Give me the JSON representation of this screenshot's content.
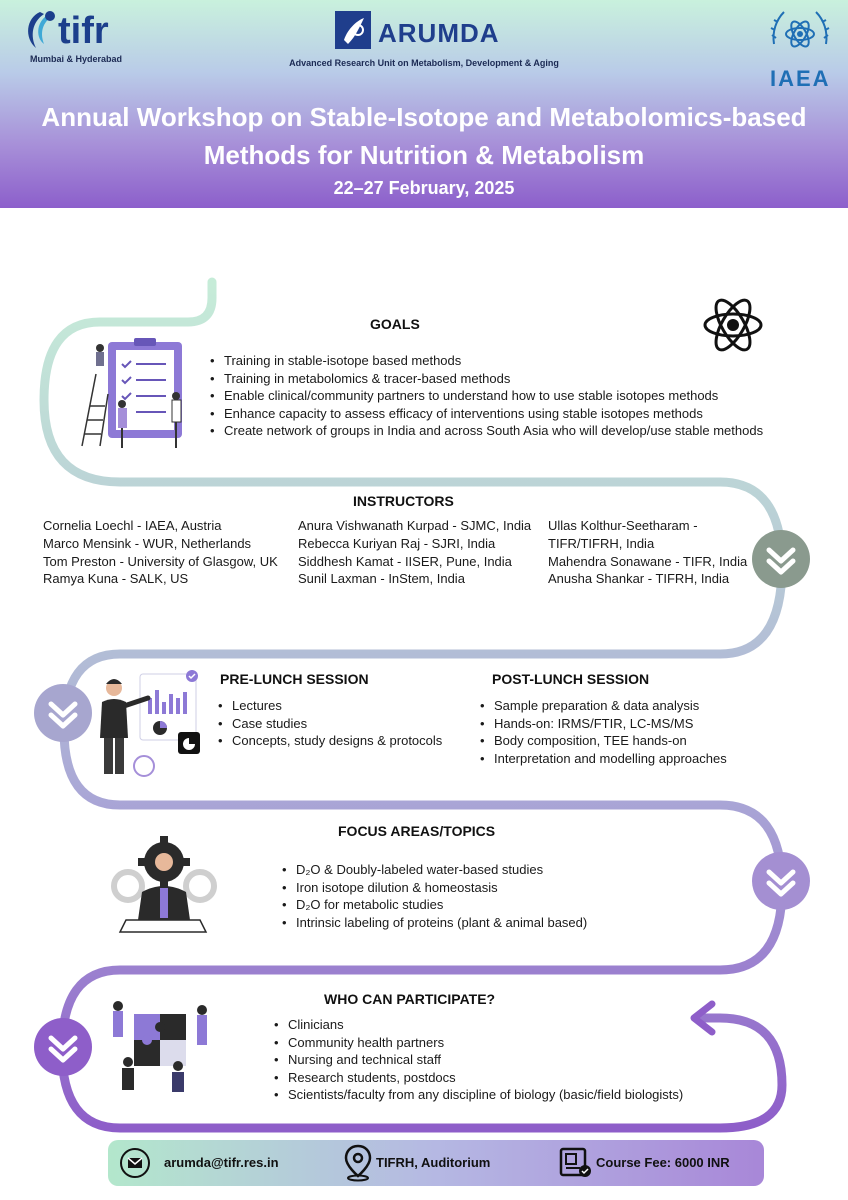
{
  "header": {
    "tifr_logo_text": "tifr",
    "tifr_sub": "Mumbai & Hyderabad",
    "arumda_name": "ARUMDA",
    "arumda_full": "Advanced Research Unit on Metabolism, Development & Aging",
    "iaea_text": "IAEA",
    "title": "Annual Workshop on Stable-Isotope and Metabolomics-based Methods for Nutrition & Metabolism",
    "dates": "22–27 February, 2025"
  },
  "goals": {
    "title": "GOALS",
    "items": [
      "Training in stable-isotope based methods",
      "Training in metabolomics & tracer-based methods",
      "Enable clinical/community partners to understand how to use stable isotopes methods",
      "Enhance capacity to assess efficacy of interventions using stable isotopes methods",
      "Create network of groups in India and across South Asia who will develop/use stable methods"
    ]
  },
  "instructors": {
    "title": "INSTRUCTORS",
    "col1": [
      "Cornelia Loechl - IAEA, Austria",
      "Marco Mensink - WUR, Netherlands",
      "Tom Preston - University of Glasgow, UK",
      "Ramya Kuna - SALK, US"
    ],
    "col2": [
      "Anura Vishwanath Kurpad - SJMC, India",
      "Rebecca Kuriyan Raj - SJRI, India",
      "Siddhesh Kamat - IISER, Pune, India",
      "Sunil Laxman - InStem, India"
    ],
    "col3": [
      "Ullas Kolthur-Seetharam -",
      "TIFR/TIFRH, India",
      "Mahendra Sonawane - TIFR, India",
      "Anusha Shankar - TIFRH, India"
    ]
  },
  "pre_lunch": {
    "title": "PRE-LUNCH SESSION",
    "items": [
      "Lectures",
      "Case studies",
      "Concepts, study designs & protocols"
    ]
  },
  "post_lunch": {
    "title": "POST-LUNCH SESSION",
    "items": [
      "Sample preparation & data analysis",
      "Hands-on: IRMS/FTIR, LC-MS/MS",
      "Body composition, TEE hands-on",
      "Interpretation and modelling approaches"
    ]
  },
  "focus": {
    "title": "FOCUS AREAS/TOPICS",
    "items": [
      "D₂O & Doubly-labeled water-based studies",
      "Iron isotope dilution & homeostasis",
      "D₂O for metabolic studies",
      "Intrinsic labeling of proteins (plant & animal based)"
    ]
  },
  "participants": {
    "title": "WHO CAN PARTICIPATE?",
    "items": [
      "Clinicians",
      "Community health partners",
      "Nursing and technical staff",
      "Research students, postdocs",
      "Scientists/faculty from any discipline of biology (basic/field biologists)"
    ]
  },
  "footer": {
    "email": "arumda@tifr.res.in",
    "venue": "TIFRH, Auditorium",
    "fee": "Course Fee: 6000 INR"
  },
  "icons": {
    "email": "envelope-icon",
    "venue": "location-pin-icon",
    "fee": "certificate-icon",
    "goals": "atom-icon",
    "chevron": "double-chevron-down-icon"
  },
  "colors": {
    "header_top": "#c9f1dd",
    "header_bottom": "#8c5fcb",
    "path_green": "#c6ecd8",
    "path_mid": "#aeb6d6",
    "path_purple": "#8e5ec9",
    "chevron_gray": "#8a9a8e",
    "chevron_purple": "#a48fd2"
  }
}
